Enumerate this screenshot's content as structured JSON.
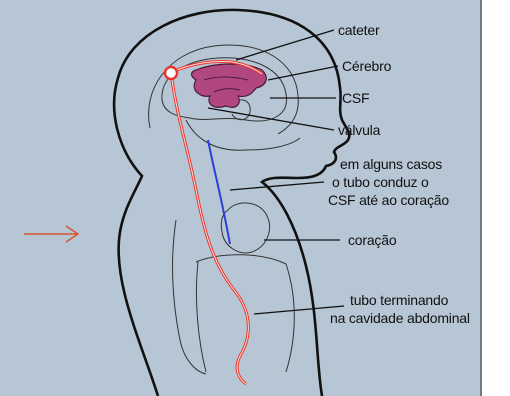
{
  "labels": {
    "cateter": "cateter",
    "cerebro": "Cérebro",
    "csf": "CSF",
    "valvula": "válvula",
    "heart_path_line1": "em alguns casos",
    "heart_path_line2": "o tubo conduz o",
    "heart_path_line3": "CSF até ao coração",
    "coracao": "coração",
    "abdominal_line1": "tubo terminando",
    "abdominal_line2": "na cavidade abdominal"
  },
  "colors": {
    "background": "#b6c6d4",
    "outline": "#111111",
    "brain_ventricles": "#b0477e",
    "shunt_tube": "#e8352f",
    "csf_to_heart_tube": "#2c3fd6",
    "pointer_arrow": "#d9542b"
  },
  "icons": {
    "pointer": "right-arrow-icon"
  }
}
